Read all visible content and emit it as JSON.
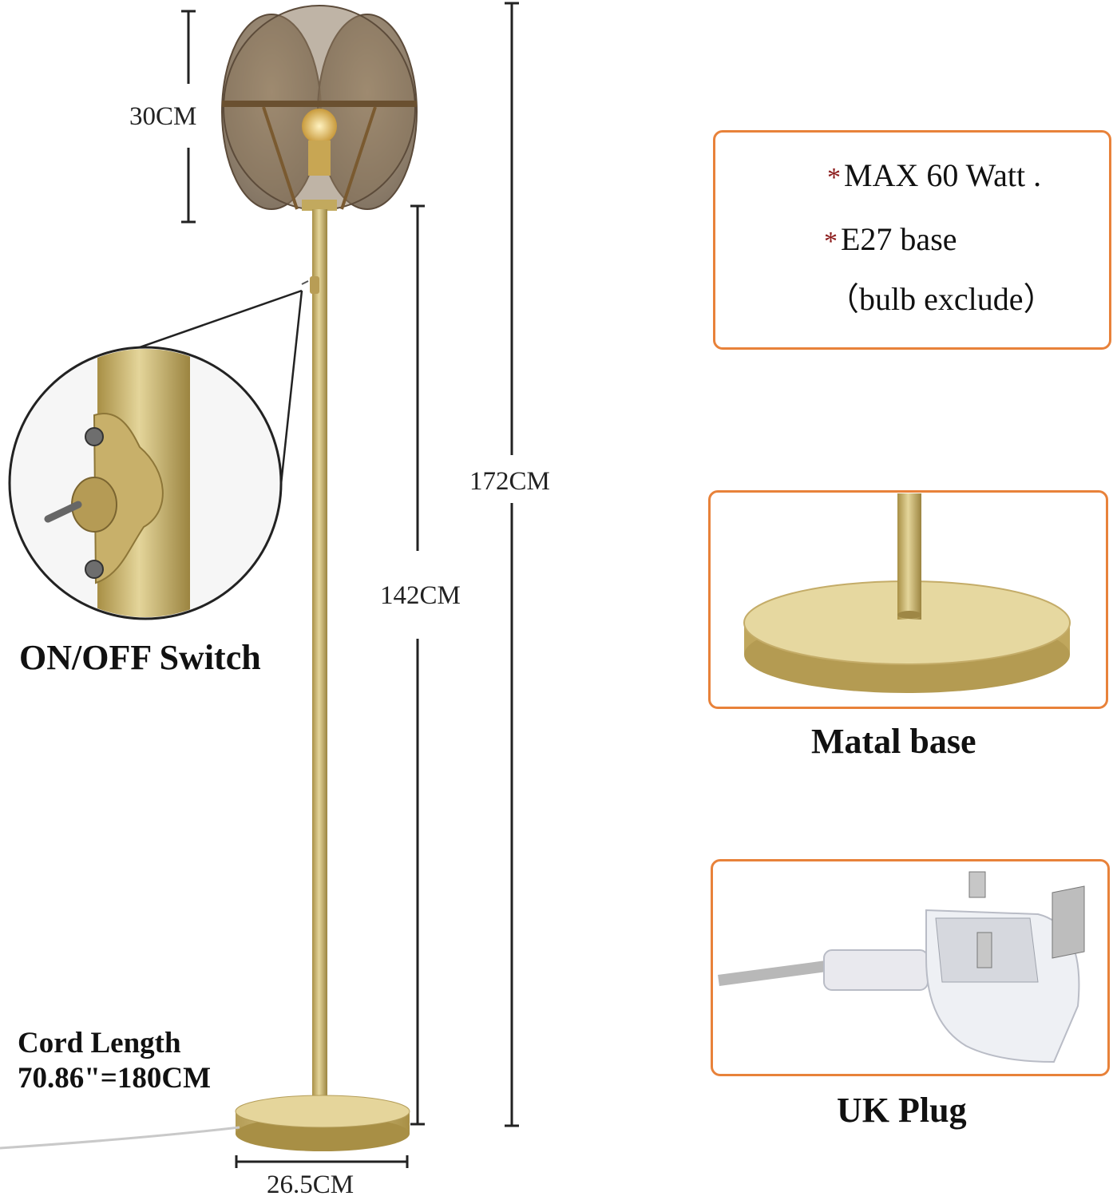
{
  "dimensions": {
    "shade_height": "30CM",
    "total_height": "172CM",
    "pole_height": "142CM",
    "base_diameter": "26.5CM"
  },
  "captions": {
    "switch": "ON/OFF Switch",
    "cord_line1": "Cord Length",
    "cord_line2": "70.86\"=180CM",
    "base": "Matal base",
    "plug": "UK Plug"
  },
  "bulb_spec": {
    "star": "*",
    "max_watt": "MAX 60 Watt .",
    "base_type": "E27 base",
    "note": "（bulb exclude）"
  },
  "colors": {
    "accent_border": "#e8823a",
    "gold": "#c9b26a",
    "smoke_glass": "#7d6a55",
    "star": "#8b1a1a"
  },
  "icons": [
    "bulb-base-icon"
  ]
}
